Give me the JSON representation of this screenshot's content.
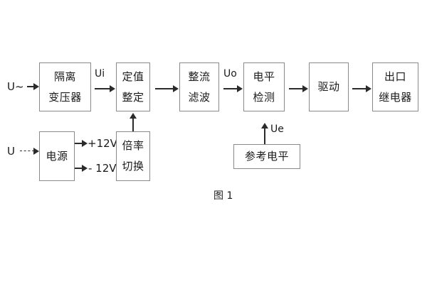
{
  "figure": {
    "caption": "图 1",
    "colors": {
      "box_border": "#8a8a8a",
      "line": "#2b2b2b",
      "text": "#1a1a1a",
      "background": "#ffffff"
    }
  },
  "blocks": {
    "isolation_transformer": {
      "line1": "隔离",
      "line2": "变压器"
    },
    "setting_adjust": {
      "line1": "定值",
      "line2": "整定"
    },
    "rectify_filter": {
      "line1": "整流",
      "line2": "滤波"
    },
    "level_detect": {
      "line1": "电平",
      "line2": "检测"
    },
    "drive": {
      "line1": "驱动"
    },
    "output_relay": {
      "line1": "出口",
      "line2": "继电器"
    },
    "power_supply": {
      "line1": "电源"
    },
    "ratio_switch": {
      "line1": "倍率",
      "line2": "切换"
    },
    "reference_level": {
      "line1": "参考电平"
    }
  },
  "signals": {
    "input_ac": "U~",
    "input_dc": "U",
    "ui": "Ui",
    "uo": "Uo",
    "ue": "Ue",
    "plus_12v": "+12V",
    "minus_12v": "- 12V"
  }
}
